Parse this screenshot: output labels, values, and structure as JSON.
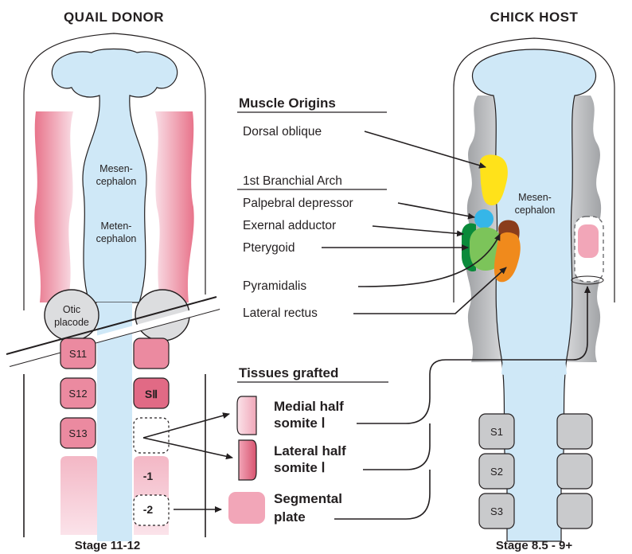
{
  "left_panel": {
    "title": "QUAIL DONOR",
    "stage": "Stage 11-12",
    "region_mesen": [
      "Mesen-",
      "cephalon"
    ],
    "region_meten": [
      "Meten-",
      "cephalon"
    ],
    "otic": [
      "Otic",
      "placode"
    ],
    "somites_left": [
      "S11",
      "S12",
      "S13"
    ],
    "somites_right": [
      "SⅡ",
      "-1",
      "-2"
    ]
  },
  "right_panel": {
    "title": "CHICK HOST",
    "stage": "Stage 8.5 - 9+",
    "region_mesen": [
      "Mesen-",
      "cephalon"
    ],
    "somites": [
      "S1",
      "S2",
      "S3"
    ]
  },
  "legend": {
    "muscle_header": "Muscle Origins",
    "dorsal_oblique": "Dorsal oblique",
    "branchial_header": "1st Branchial Arch",
    "palpebral": "Palpebral depressor",
    "exernal": "Exernal adductor",
    "pterygoid": "Pterygoid",
    "pyramidalis": "Pyramidalis",
    "lateral_rectus": "Lateral rectus"
  },
  "tissues": {
    "header": "Tissues grafted",
    "medial": [
      "Medial half",
      "somite Ⅰ"
    ],
    "lateral": [
      "Lateral half",
      "somite Ⅰ"
    ],
    "segmental": [
      "Segmental",
      "plate"
    ]
  },
  "colors": {
    "brain_fill": "#cfe8f7",
    "pink_dark": "#e66f86",
    "pink_light": "#f8d2dc",
    "gray": "#b8b9bb",
    "yellow": "#ffe21a",
    "cyan": "#35b6e8",
    "dark_green": "#0a8a3a",
    "light_green": "#7cc45a",
    "orange": "#f08a1c",
    "brown": "#8a3d1c"
  }
}
